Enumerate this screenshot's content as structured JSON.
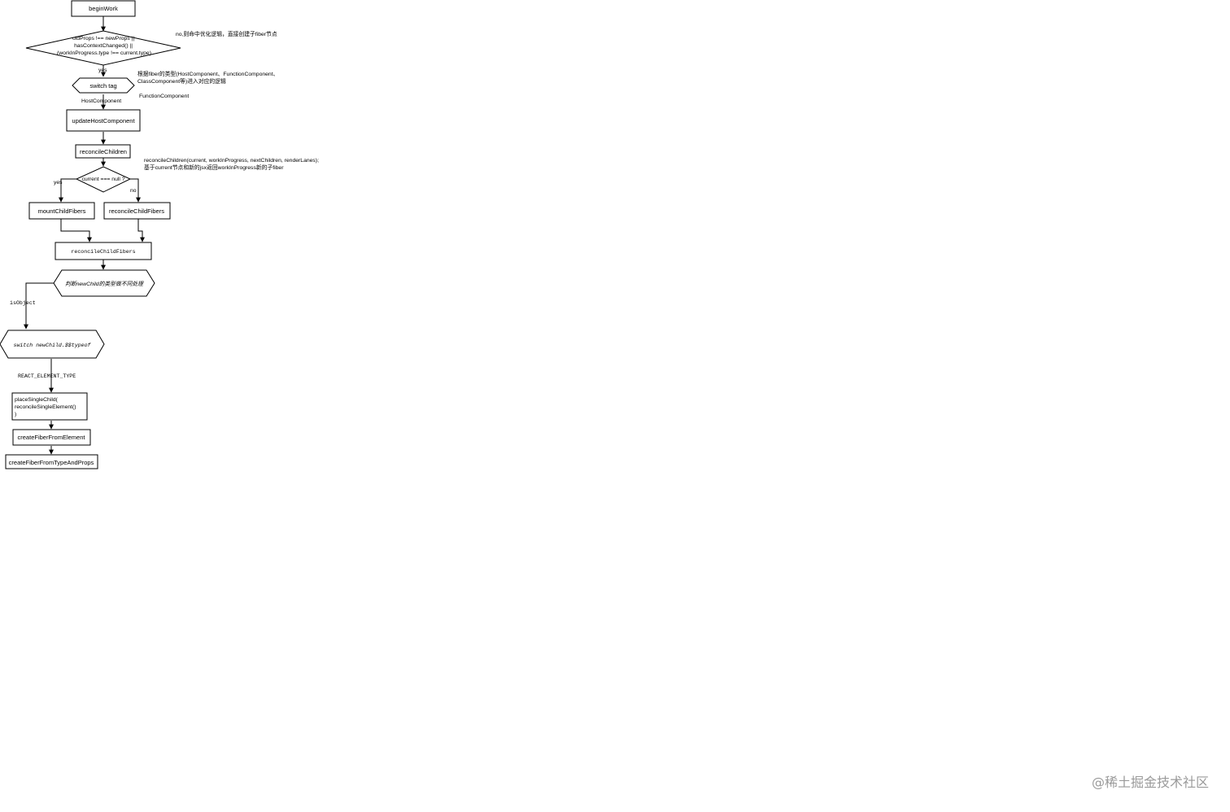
{
  "nodes": [
    {
      "id": "beginwork",
      "text": "beginWork"
    },
    {
      "id": "props-diamond",
      "text": "oldProps !== newProps ||\nhasContextChanged() ||\n(workInProgress.type !== current.type)"
    },
    {
      "id": "switch-tag-1",
      "text": "switch tag"
    },
    {
      "id": "update-host-component-1",
      "text": "updateHostComponent"
    },
    {
      "id": "reconcile-children",
      "text": "reconcileChildren"
    },
    {
      "id": "current-null-1",
      "text": "current === null ?"
    },
    {
      "id": "mount-child-fibers",
      "text": "mountChildFibers"
    },
    {
      "id": "reconcile-child-fibers-1",
      "text": "reconcileChildFibers"
    },
    {
      "id": "reconcile-child-fibers-2",
      "text": "reconcileChildFibers"
    },
    {
      "id": "newchild-diamond",
      "text": "判断newChild的类型做不同处理"
    },
    {
      "id": "switch-typeof",
      "text": "switch newChild.$$typeof"
    },
    {
      "id": "place-single-child-1",
      "text": "placeSingleChild(\nreconcileSingleElement()\n)"
    },
    {
      "id": "create-fiber-from-element",
      "text": "createFiberFromElement"
    },
    {
      "id": "create-fiber-from-type-and-props",
      "text": "createFiberFromTypeAndProps"
    }
  ],
  "edge_labels": [
    {
      "id": "el-no",
      "text": "no,则命中优化逻辑，直接创建子fiber节点"
    },
    {
      "id": "el-yes-1",
      "text": "yes"
    },
    {
      "id": "el-host-1",
      "text": "HostComponent"
    },
    {
      "id": "el-func-1",
      "text": "FunctionComponent"
    },
    {
      "id": "el-yes-2",
      "text": "yes"
    },
    {
      "id": "el-no-2",
      "text": "no"
    },
    {
      "id": "el-isobject",
      "text": "isObject"
    },
    {
      "id": "el-react-element",
      "text": "REACT_ELEMENT_TYPE"
    }
  ],
  "annotations": [
    {
      "id": "note-switch-tag",
      "text": "根据fiber的类型(HostComponent、FunctionComponent、\nClassComponent等)进入对应的逻辑"
    },
    {
      "id": "note-reconcile",
      "text": "reconcileChildren(current, workInProgress, nextChildren, renderLanes);\n基于current节点和新的jsx返回workInProgress新的子fiber"
    }
  ],
  "watermark": "@稀土掘金技术社区"
}
